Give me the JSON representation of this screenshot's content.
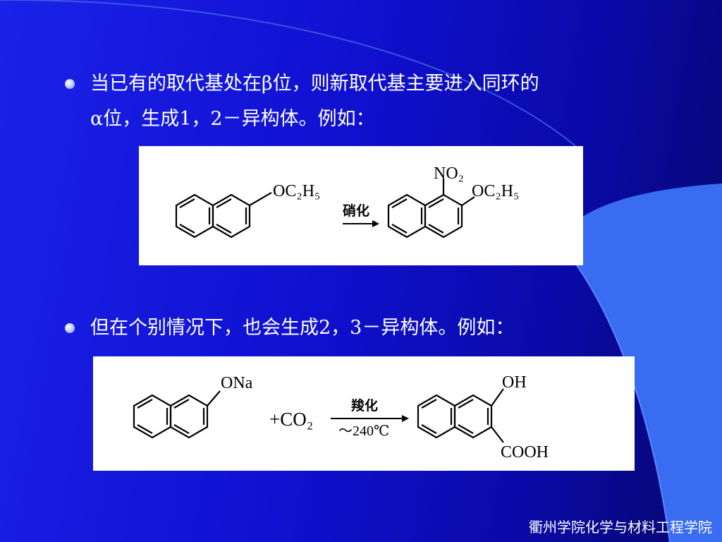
{
  "slide": {
    "bullets": [
      {
        "line1": "当已有的取代基处在β位，则新取代基主要进入同环的",
        "line2": "α位，生成1，2－异构体。例如："
      },
      {
        "line1": "但在个别情况下，也会生成2，3－异构体。例如："
      }
    ],
    "reaction1": {
      "reactant_group": "OC₂H₅",
      "condition": "硝化",
      "product_group_top": "NO₂",
      "product_group_side": "OC₂H₅"
    },
    "reaction2": {
      "reactant_group": "ONa",
      "reagent": "+CO₂",
      "condition_top": "羧化",
      "condition_bottom": "～240℃",
      "product_group_top": "OH",
      "product_group_bottom": "COOH"
    },
    "footer": "衢州学院化学与材料工程学院"
  },
  "colors": {
    "background": "#1414d8",
    "decoration": "#3a6cf2",
    "text": "#ffffff"
  }
}
